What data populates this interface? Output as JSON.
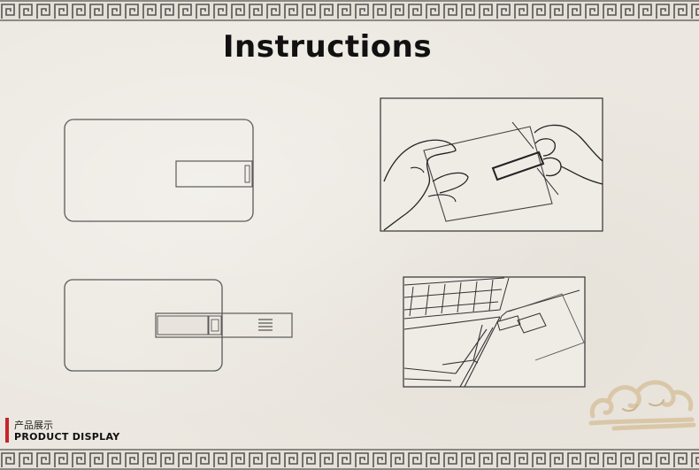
{
  "title": "Instructions",
  "footer": {
    "label_cn": "产品展示",
    "label_en": "PRODUCT  DISPLAY",
    "accent_color": "#c8232c"
  },
  "illustrations": [
    "usb-card-closed",
    "hand-flipping-connector",
    "usb-card-connector-extended",
    "card-plugged-into-laptop"
  ],
  "decor": [
    "greek-key-border",
    "auspicious-cloud"
  ]
}
